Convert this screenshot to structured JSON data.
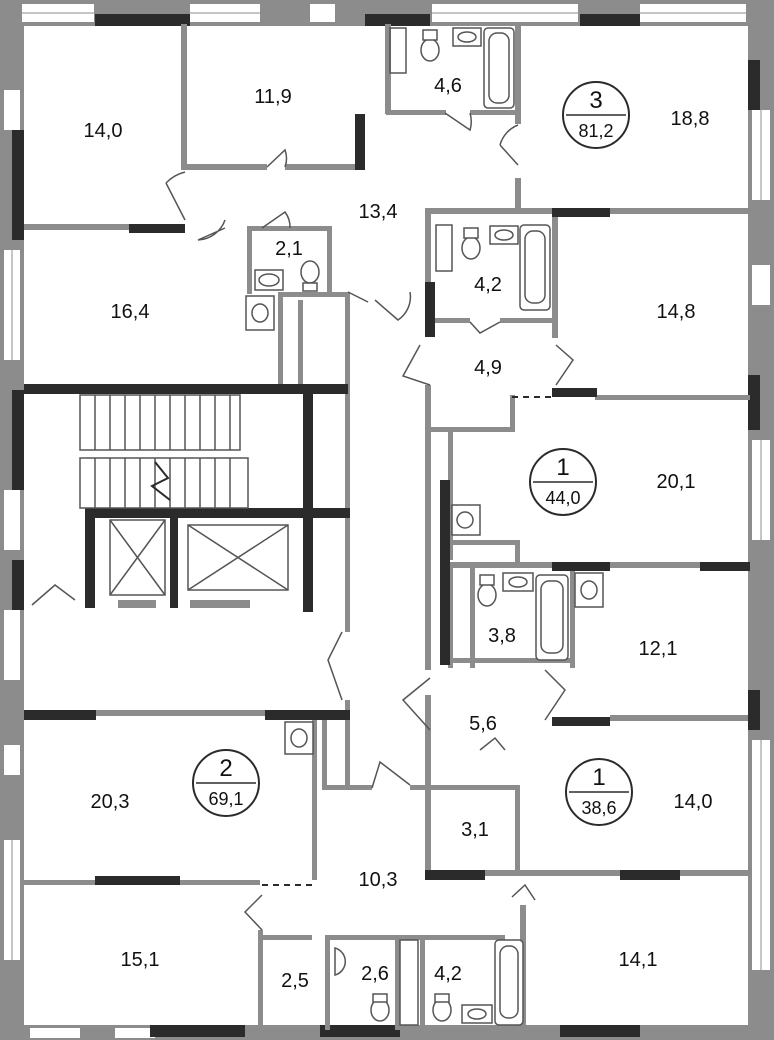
{
  "rooms": [
    {
      "id": "r1",
      "area": "14,0"
    },
    {
      "id": "r2",
      "area": "11,9"
    },
    {
      "id": "r3",
      "area": "4,6"
    },
    {
      "id": "r4",
      "area": "18,8"
    },
    {
      "id": "r5",
      "area": "13,4"
    },
    {
      "id": "r6",
      "area": "2,1"
    },
    {
      "id": "r7",
      "area": "16,4"
    },
    {
      "id": "r8",
      "area": "4,2"
    },
    {
      "id": "r9",
      "area": "14,8"
    },
    {
      "id": "r10",
      "area": "4,9"
    },
    {
      "id": "r11",
      "area": "20,1"
    },
    {
      "id": "r12",
      "area": "3,8"
    },
    {
      "id": "r13",
      "area": "12,1"
    },
    {
      "id": "r14",
      "area": "5,6"
    },
    {
      "id": "r15",
      "area": "20,3"
    },
    {
      "id": "r16",
      "area": "14,0"
    },
    {
      "id": "r17",
      "area": "3,1"
    },
    {
      "id": "r18",
      "area": "10,3"
    },
    {
      "id": "r19",
      "area": "15,1"
    },
    {
      "id": "r20",
      "area": "2,5"
    },
    {
      "id": "r21",
      "area": "2,6"
    },
    {
      "id": "r22",
      "area": "4,2"
    },
    {
      "id": "r23",
      "area": "14,1"
    }
  ],
  "apartments": [
    {
      "id": "apt-a",
      "rooms": "3",
      "total": "81,2"
    },
    {
      "id": "apt-b",
      "rooms": "1",
      "total": "44,0"
    },
    {
      "id": "apt-c",
      "rooms": "2",
      "total": "69,1"
    },
    {
      "id": "apt-d",
      "rooms": "1",
      "total": "38,6"
    }
  ],
  "colors": {
    "wall": "#8c8c8c",
    "wall_dark": "#2b2b2b",
    "line": "#555555",
    "background": "#ffffff"
  }
}
